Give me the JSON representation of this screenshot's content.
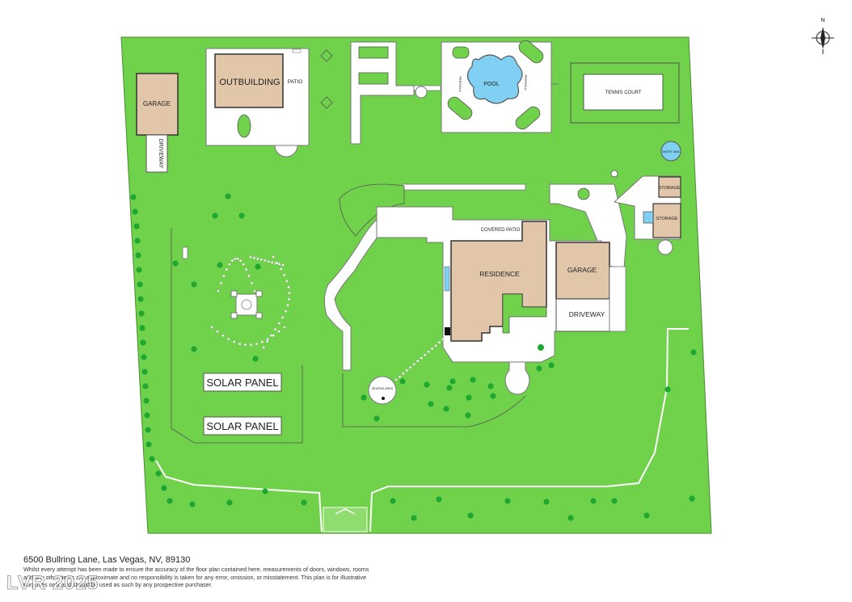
{
  "labels": {
    "north": "N",
    "garage_left": "GARAGE",
    "driveway_left": "DRIVEWAY",
    "outbuilding": "OUTBUILDING",
    "patio": "PATIO",
    "pool": "POOL",
    "pergola": "PERGOLA",
    "tennis_court": "TENNIS COURT",
    "water_tank": "WATER TANK",
    "storage_1": "STORAGE",
    "storage_2": "STORAGE",
    "covered_patio": "COVERED PATIO",
    "residence": "RESIDENCE",
    "garage_main": "GARAGE",
    "driveway_main": "DRIVEWAY",
    "seating_area": "SEATING AREA",
    "solar_panel_1": "SOLAR PANEL",
    "solar_panel_2": "SOLAR PANEL"
  },
  "footer": {
    "address": "6500 Bullring Lane, Las Vegas, NV, 89130",
    "disclaimer": "Whilst every attempt has been made to ensure the accuracy of the floor plan contained here, measurements of doors, windows, rooms and any other items are approximate and no responsibility is taken for any error, omission, or misstatement. This plan is for illustrative purposes only and should be used as such by any prospective purchaser.",
    "watermark": "LVR 2025"
  },
  "colors": {
    "lawn": "#6fd24a",
    "building": "#e2c6aa",
    "paving": "#ffffff",
    "pool_water": "#7fd0f2",
    "tree": "#1fa831",
    "outline": "#555555"
  }
}
